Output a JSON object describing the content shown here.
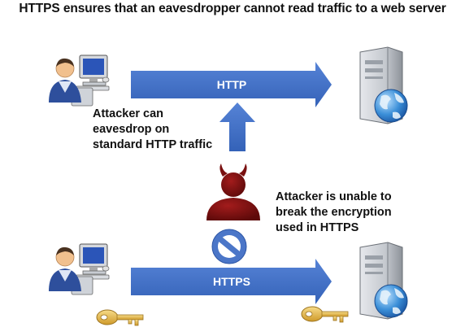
{
  "title": "HTTPS ensures that an eavesdropper cannot read traffic to a web server",
  "http_arrow": {
    "label": "HTTP"
  },
  "https_arrow": {
    "label": "HTTPS"
  },
  "attacker_http_note": [
    "Attacker can",
    "eavesdrop on",
    "standard HTTP traffic"
  ],
  "attacker_https_note": [
    "Attacker is unable to",
    "break the encryption",
    "used in HTTPS"
  ],
  "colors": {
    "arrow_blue": "#3d6fc4",
    "attacker_red": "#7a1010",
    "key_gold": "#e3b64a",
    "server_gray": "#bfc3c9",
    "user_blue": "#2f4f9e"
  },
  "icons": [
    "user-computer-icon",
    "server-globe-icon",
    "devil-attacker-icon",
    "prohibited-icon",
    "key-icon"
  ]
}
